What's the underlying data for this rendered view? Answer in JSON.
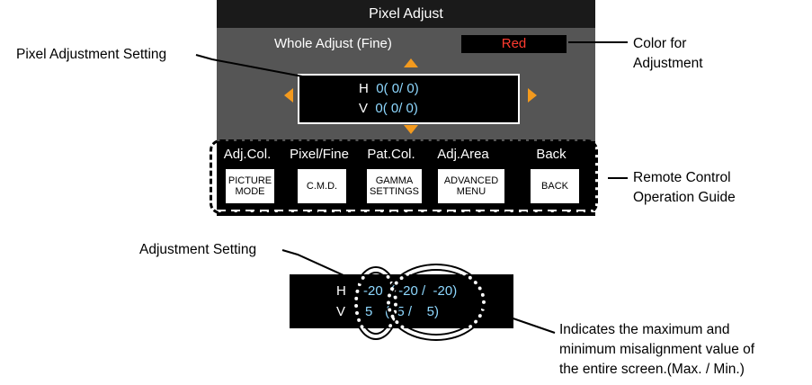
{
  "menu": {
    "title": "Pixel Adjust",
    "mode_label": "Whole Adjust (Fine)",
    "color_value": "Red",
    "h_label": "H",
    "h_value": "0( 0/ 0)",
    "v_label": "V",
    "v_value": "0( 0/ 0)"
  },
  "guide": {
    "columns": [
      "Adj.Col.",
      "Pixel/Fine",
      "Pat.Col.",
      "Adj.Area",
      "Back"
    ],
    "buttons": [
      "PICTURE\nMODE",
      "C.M.D.",
      "GAMMA\nSETTINGS",
      "ADVANCED\nMENU",
      "BACK"
    ]
  },
  "callouts": {
    "pixel_adjustment_setting": "Pixel Adjustment Setting",
    "color_for_adjustment_1": "Color for",
    "color_for_adjustment_2": "Adjustment",
    "remote_guide_1": "Remote Control",
    "remote_guide_2": "Operation Guide",
    "adjustment_setting": "Adjustment Setting",
    "indicates_1": "Indicates the maximum and",
    "indicates_2": "minimum misalignment value of",
    "indicates_3": "the entire screen.(Max. / Min.)"
  },
  "example": {
    "h_label": "H",
    "h_current": "-20",
    "h_range": "( -20 /  -20)",
    "v_label": "V",
    "v_current": "5",
    "v_range": "(  5 /    5)"
  },
  "colors": {
    "accent_arrow": "#f39a1e",
    "color_value_text": "#ff3b2f",
    "value_text": "#8ed8ff"
  }
}
